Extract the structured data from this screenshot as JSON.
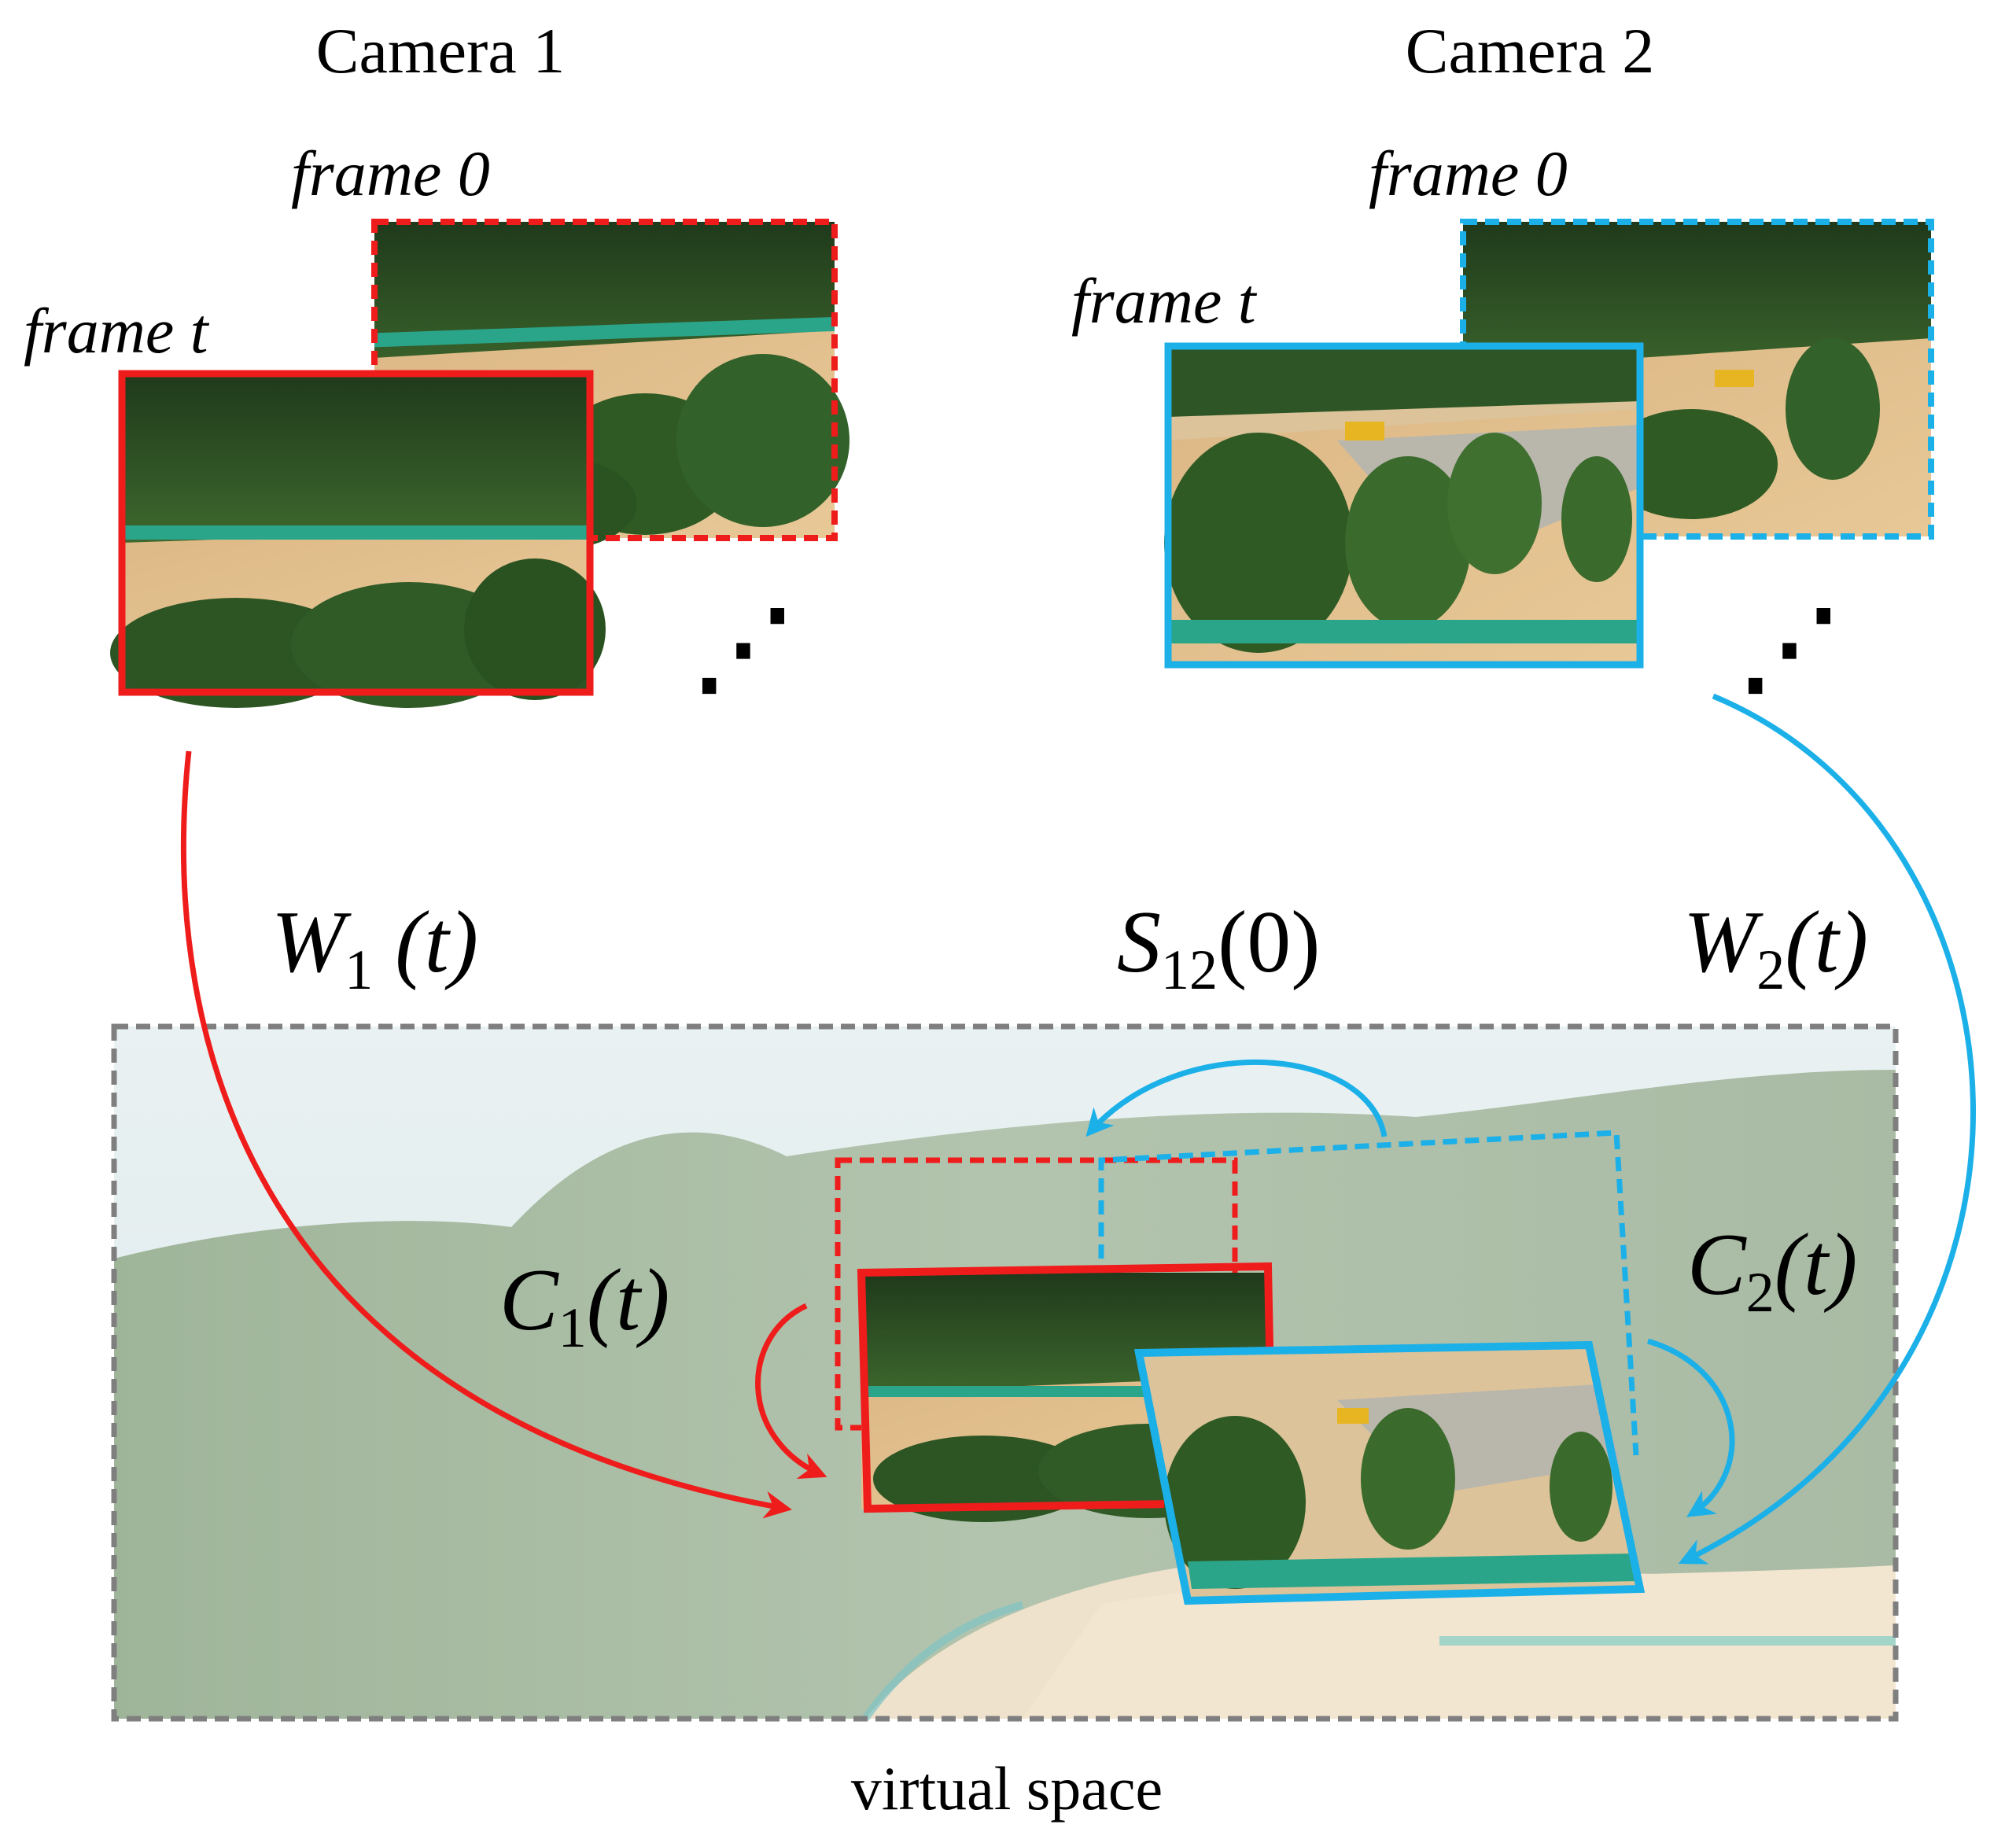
{
  "colors": {
    "camera1": "#ef1c1c",
    "camera2": "#1cb0e8",
    "virtual_space_border": "#7f7f7f"
  },
  "camera1": {
    "title": "Camera 1",
    "frame0_label": "frame 0",
    "framet_label": "frame t",
    "ellipsis": "⋰"
  },
  "camera2": {
    "title": "Camera 2",
    "frame0_label": "frame 0",
    "framet_label": "frame t",
    "ellipsis": "⋰"
  },
  "labels": {
    "w1": {
      "main": "W",
      "sub": "1",
      "arg": "(t)"
    },
    "w2": {
      "main": "W",
      "sub": "2",
      "arg": "(t)"
    },
    "s12": {
      "main": "S",
      "sub": "12",
      "arg": "(0)"
    },
    "c1": {
      "main": "C",
      "sub": "1",
      "arg": "(t)"
    },
    "c2": {
      "main": "C",
      "sub": "2",
      "arg": "(t)"
    }
  },
  "caption": "virtual space"
}
